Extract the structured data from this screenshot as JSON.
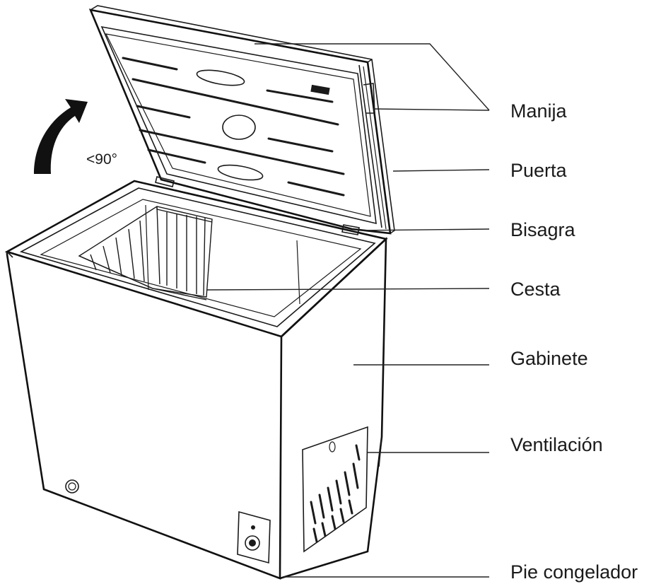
{
  "diagram": {
    "angle_note": "<90°",
    "labels": [
      {
        "id": "manija",
        "text": "Manija"
      },
      {
        "id": "puerta",
        "text": "Puerta"
      },
      {
        "id": "bisagra",
        "text": "Bisagra"
      },
      {
        "id": "cesta",
        "text": "Cesta"
      },
      {
        "id": "gabinete",
        "text": "Gabinete"
      },
      {
        "id": "ventilacion",
        "text": "Ventilación"
      },
      {
        "id": "pie",
        "text": "Pie congelador"
      }
    ]
  }
}
